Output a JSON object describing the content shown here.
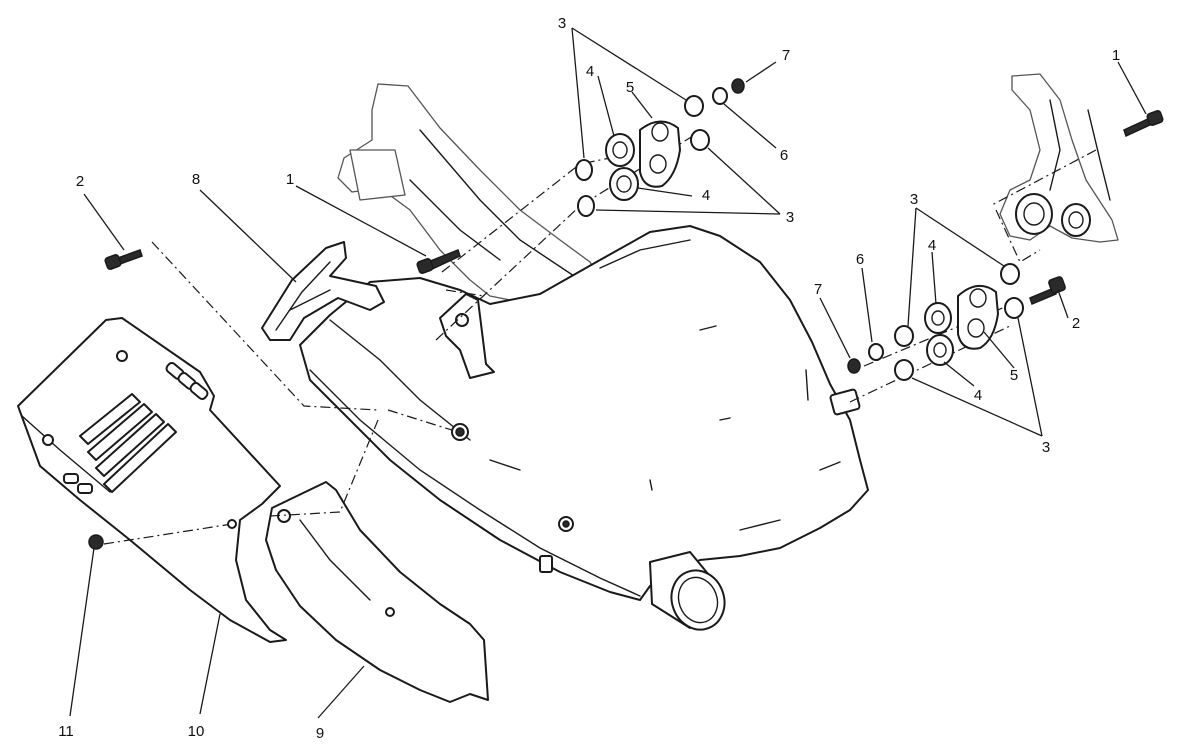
{
  "diagram": {
    "callouts": [
      {
        "id": "c1a",
        "label": "3"
      },
      {
        "id": "c1b",
        "label": "7"
      },
      {
        "id": "c1c",
        "label": "4"
      },
      {
        "id": "c1d",
        "label": "5"
      },
      {
        "id": "c1e",
        "label": "6"
      },
      {
        "id": "c1f",
        "label": "4"
      },
      {
        "id": "c1g",
        "label": "3"
      },
      {
        "id": "c2a",
        "label": "1"
      },
      {
        "id": "c2b",
        "label": "2"
      },
      {
        "id": "c2c",
        "label": "8"
      },
      {
        "id": "c2d",
        "label": "1"
      },
      {
        "id": "c3a",
        "label": "3"
      },
      {
        "id": "c3b",
        "label": "6"
      },
      {
        "id": "c3c",
        "label": "4"
      },
      {
        "id": "c3d",
        "label": "7"
      },
      {
        "id": "c3e",
        "label": "2"
      },
      {
        "id": "c3f",
        "label": "5"
      },
      {
        "id": "c3g",
        "label": "4"
      },
      {
        "id": "c3h",
        "label": "3"
      },
      {
        "id": "c4a",
        "label": "11"
      },
      {
        "id": "c4b",
        "label": "10"
      },
      {
        "id": "c4c",
        "label": "9"
      }
    ]
  }
}
